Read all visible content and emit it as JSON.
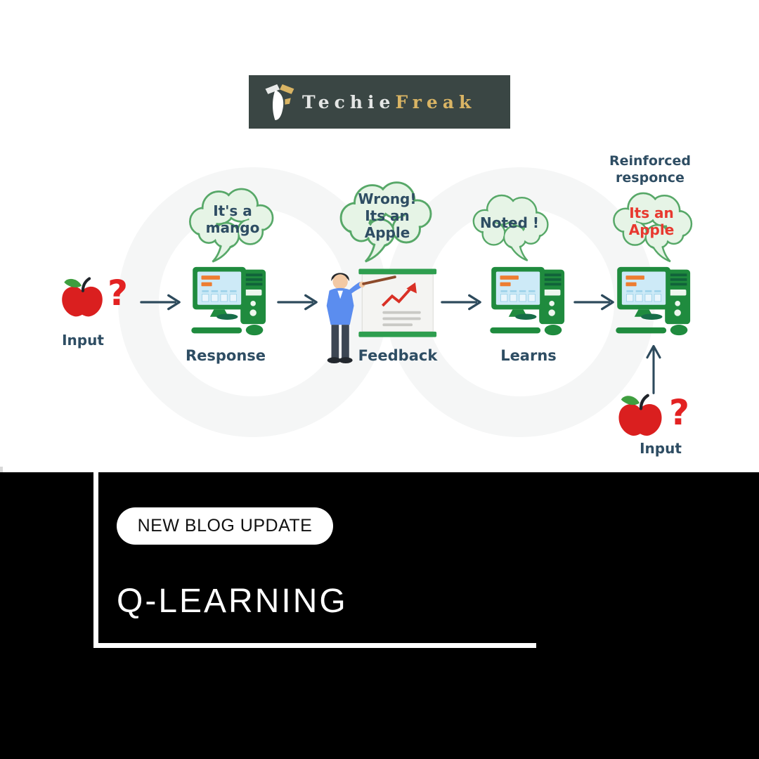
{
  "logo": {
    "brand_part1": "Techie",
    "brand_part2": "Freak"
  },
  "diagram": {
    "question_mark": "?",
    "input_left_label": "Input",
    "input_right_label": "Input",
    "bubble_response": "It's a\nmango",
    "bubble_feedback": "Wrong!\nIts an\nApple",
    "bubble_learns": "Noted !",
    "bubble_reinforced": "Its an\nApple",
    "label_response": "Response",
    "label_feedback": "Feedback",
    "label_learns": "Learns",
    "caption_reinforced": "Reinforced\nresponce"
  },
  "footer": {
    "badge_label": "NEW BLOG UPDATE",
    "title": "Q-LEARNING"
  },
  "colors": {
    "logo_background": "#3a4644",
    "logo_gold": "#d9b464",
    "bubble_fill": "#e6f4e6",
    "bubble_border": "#57a868",
    "diagram_text_teal": "#2e4d63",
    "apple_red": "#da1f1f",
    "alert_red": "#e8392f",
    "computer_green": "#1f8b3e",
    "arrow_dark": "#2d4a5c",
    "footer_background": "#000000"
  }
}
